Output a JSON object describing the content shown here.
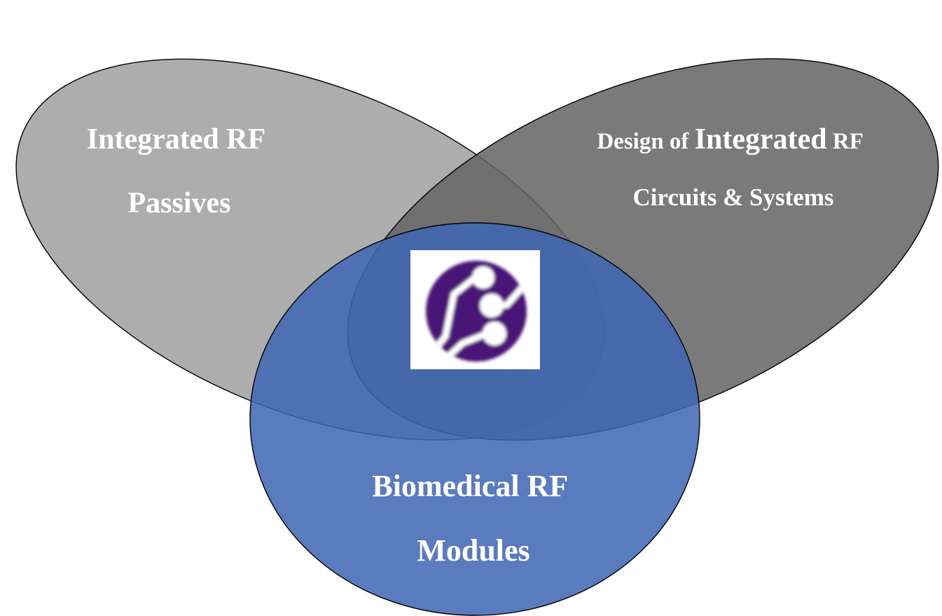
{
  "diagram": {
    "type": "venn",
    "sets": [
      {
        "id": "passives",
        "color": "#a6a6a6",
        "label_lines": [
          "Integrated RF",
          "Passives"
        ]
      },
      {
        "id": "circuits",
        "color": "#646464",
        "label_line1_prefix": "Design of ",
        "label_line1_main": "Integrated",
        "label_line1_suffix": " RF",
        "label_line2": "Circuits & Systems"
      },
      {
        "id": "biomedical",
        "color": "#3f65b2",
        "label_lines": [
          "Biomedical RF",
          "Modules"
        ]
      }
    ],
    "center_logo": {
      "icon": "circuit-trace-logo-icon",
      "disc_color": "#4a1777",
      "trace_color": "#ffffff"
    }
  }
}
